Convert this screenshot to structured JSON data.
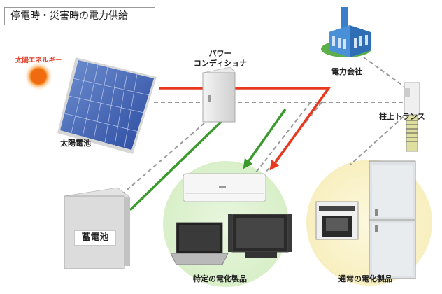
{
  "title": "停電時・災害時の電力供給",
  "labels": {
    "solar_energy": "太陽エネルギー",
    "solar_panel": "太陽電池",
    "power_conditioner_line1": "パワー",
    "power_conditioner_line2": "コンディショナ",
    "power_company": "電力会社",
    "pole_transformer": "柱上トランス",
    "storage_battery": "蓄電池",
    "specific_appliances": "特定の電化製品",
    "normal_appliances": "通常の電化製品"
  },
  "colors": {
    "red_line": "#e8391f",
    "green_line": "#3a9a2c",
    "gray_dashed": "#9a9a9a",
    "green_zone": "#dff2d2",
    "yellow_zone": "#fbf3cc",
    "sun": "#f08a1c"
  },
  "icons": [
    "sun-icon",
    "solar-panel-icon",
    "power-conditioner-icon",
    "power-plant-icon",
    "pole-transformer-icon",
    "storage-battery-icon",
    "air-conditioner-icon",
    "laptop-icon",
    "tv-icon",
    "oven-icon",
    "refrigerator-icon"
  ]
}
